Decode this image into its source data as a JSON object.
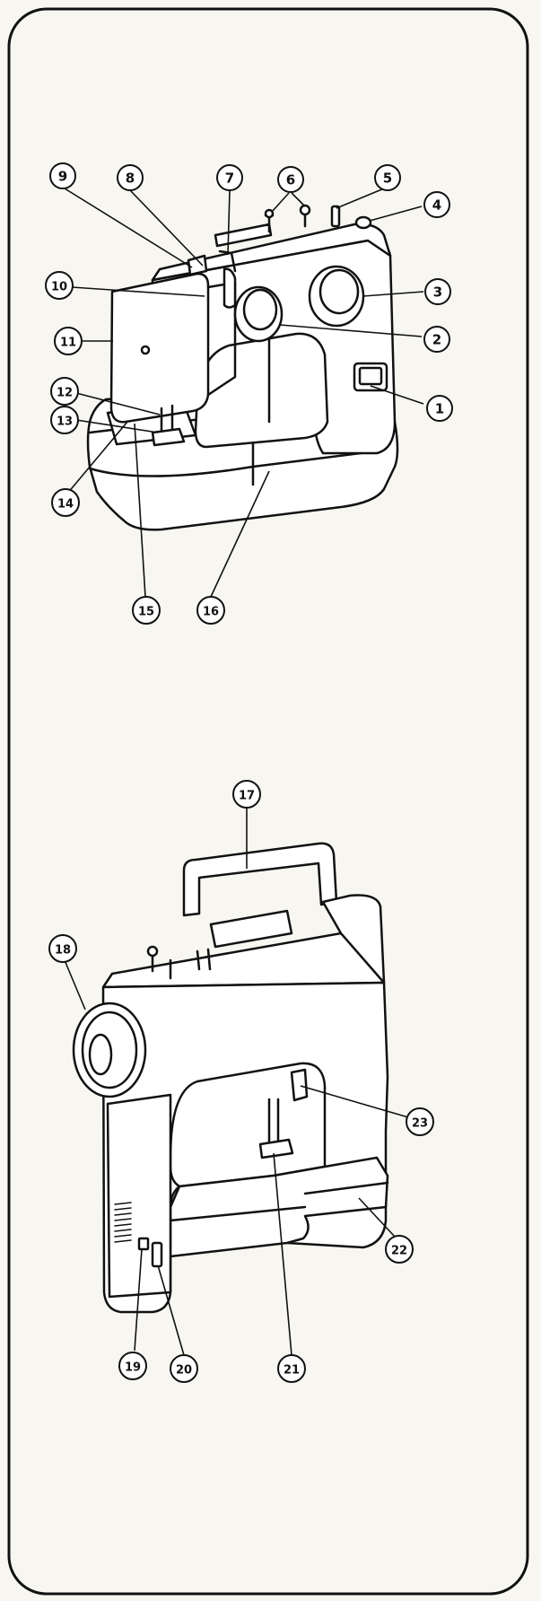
{
  "diagram": {
    "colors": {
      "paper": "#f7f6f1",
      "ink": "#111111",
      "machine_fill": "#ffffff"
    },
    "front_view": {
      "callouts": [
        {
          "id": "1",
          "label": "1"
        },
        {
          "id": "2",
          "label": "2"
        },
        {
          "id": "3",
          "label": "3"
        },
        {
          "id": "4",
          "label": "4"
        },
        {
          "id": "5",
          "label": "5"
        },
        {
          "id": "6",
          "label": "6"
        },
        {
          "id": "7",
          "label": "7"
        },
        {
          "id": "8",
          "label": "8"
        },
        {
          "id": "9",
          "label": "9"
        },
        {
          "id": "10",
          "label": "10"
        },
        {
          "id": "11",
          "label": "11"
        },
        {
          "id": "12",
          "label": "12"
        },
        {
          "id": "13",
          "label": "13"
        },
        {
          "id": "14",
          "label": "14"
        },
        {
          "id": "15",
          "label": "15"
        },
        {
          "id": "16",
          "label": "16"
        }
      ]
    },
    "rear_view": {
      "callouts": [
        {
          "id": "17",
          "label": "17"
        },
        {
          "id": "18",
          "label": "18"
        },
        {
          "id": "19",
          "label": "19"
        },
        {
          "id": "20",
          "label": "20"
        },
        {
          "id": "21",
          "label": "21"
        },
        {
          "id": "22",
          "label": "22"
        },
        {
          "id": "23",
          "label": "23"
        }
      ]
    }
  }
}
